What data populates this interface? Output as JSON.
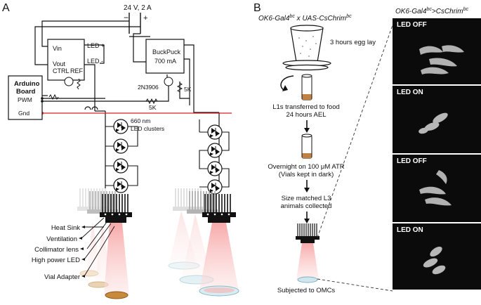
{
  "panels": {
    "a": "A",
    "b": "B"
  },
  "power": {
    "voltage": "24 V, 2 A",
    "minus": "−",
    "plus": "+"
  },
  "driver": {
    "vin": "Vin",
    "vout": "Vout",
    "ctrl": "CTRL",
    "ref": "REF",
    "led_plus": "LED +",
    "led_minus": "LED -"
  },
  "buckpuck": {
    "name": "BuckPuck",
    "current": "700 mA"
  },
  "arduino": {
    "name": "Arduino\nBoard",
    "line1": "Arduino",
    "line2": "Board",
    "pwm": "PWM",
    "gnd": "Gnd"
  },
  "transistor": {
    "part": "2N3906",
    "r1": "5K",
    "r2": "5K"
  },
  "led_clusters": {
    "line1": "660 nm",
    "line2": "LED clusters"
  },
  "parts": [
    "Heat Sink",
    "Ventilation",
    "Collimator lens",
    "High power LED",
    "Vial Adapter"
  ],
  "cross": {
    "line_a": "OK6-Gal4",
    "sup_a": "bc",
    "x": " x ",
    "line_b": "UAS-CsChrim",
    "sup_b": "bc"
  },
  "steps": {
    "egg_lay": "3 hours egg lay",
    "transfer_1": "L1s transferred to food",
    "transfer_2": "24 hours AEL",
    "atr_1": "Overnight on 100 μM ATR",
    "atr_2": "(Vials kept in dark)",
    "size_1": "Size matched L3",
    "size_2": "animals collected",
    "omc": "Subjected to OMCs"
  },
  "genotype": {
    "a": "OK6-Gal4",
    "sup_a": "bc",
    "sep": ">",
    "b": "CsChrim",
    "sup_b": "bc"
  },
  "photos": [
    "LED OFF",
    "LED ON",
    "LED OFF",
    "LED ON"
  ]
}
